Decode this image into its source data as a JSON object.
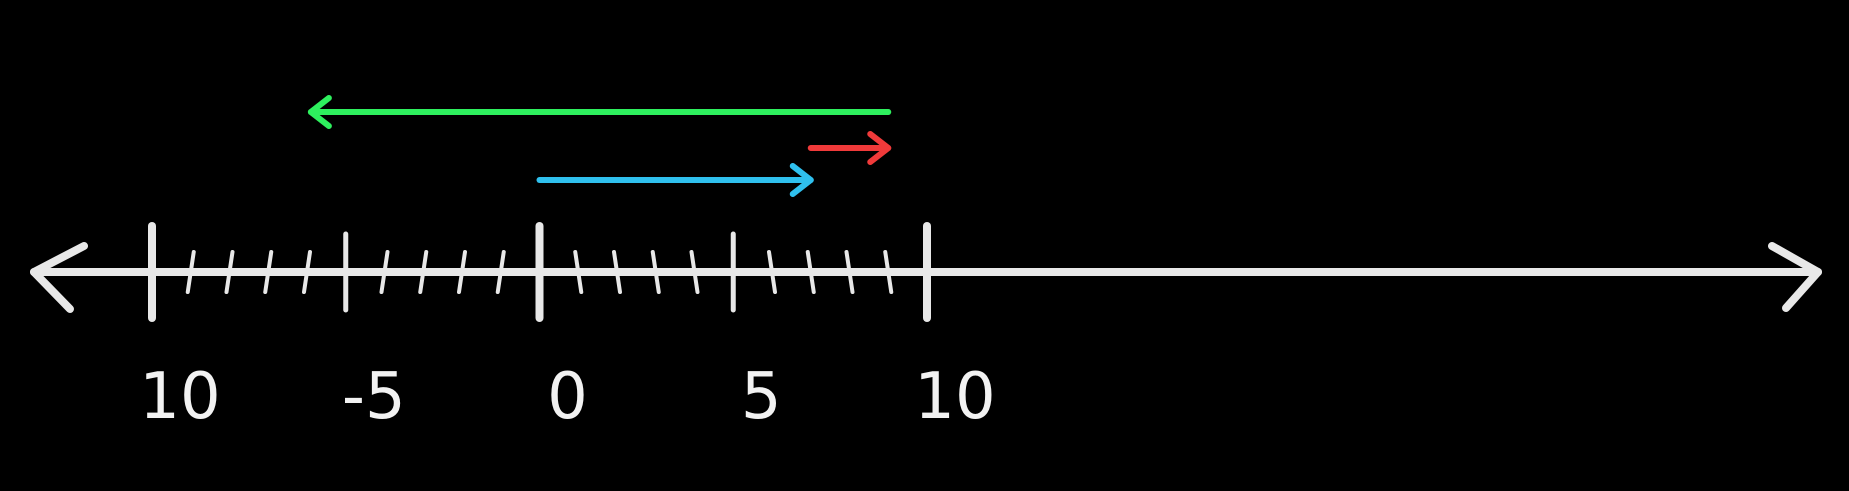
{
  "number_line": {
    "min": -10,
    "max": 10,
    "tick_step": 1,
    "major_ticks": [
      -10,
      -5,
      0,
      5,
      10
    ],
    "labels": [
      {
        "value": -10,
        "text": "10"
      },
      {
        "value": -5,
        "text": "-5"
      },
      {
        "value": 0,
        "text": "0"
      },
      {
        "value": 5,
        "text": "5"
      },
      {
        "value": 10,
        "text": "10"
      }
    ],
    "axis_color": "#e8e8e8"
  },
  "vectors": [
    {
      "name": "blue",
      "from": 0,
      "to": 7,
      "color": "#2fc0ee"
    },
    {
      "name": "red",
      "from": 7,
      "to": 9,
      "color": "#f03a3a"
    },
    {
      "name": "green",
      "from": 9,
      "to": -5.9,
      "color": "#2ef05e"
    }
  ]
}
